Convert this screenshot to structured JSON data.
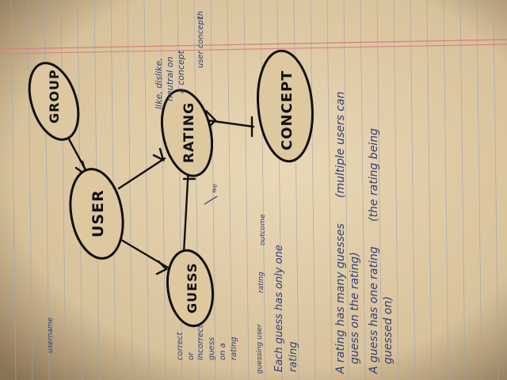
{
  "entities": {
    "group": "GROUP",
    "user": "USER",
    "rating": "RATING",
    "concept": "CONCEPT",
    "guess": "GUESS"
  },
  "notes": {
    "username": "username",
    "rating_attr_1": "like, dislike,",
    "rating_attr_2": "neutral on",
    "rating_attr_3": "a concept",
    "user_concept": "user concept",
    "user_concept_tail": "th",
    "we_note": "we",
    "guess_note_1": "correct",
    "guess_note_2": "or",
    "guess_note_3": "incorrect",
    "guess_note_4": "guess",
    "guess_note_5": "on a",
    "guess_note_6": "rating",
    "table_header_1": "guessing user",
    "table_header_2": "rating",
    "table_header_3": "outcome",
    "each_guess_1": "Each guess has only one",
    "each_guess_2": "rating",
    "rule1_line1": "A rating has many guesses",
    "rule1_paren": "(multiple users can",
    "rule1_line2": "guess on the rating)",
    "rule2_line1": "A guess has one rating",
    "rule2_paren": "(the rating being",
    "rule2_line2": "guessed on)"
  },
  "colors": {
    "paper": "#e6d2ad",
    "rule_line": "#9aa5b0",
    "margin_line": "#d98080",
    "ink_black": "#111111",
    "ink_blue": "#2f3e7a"
  }
}
